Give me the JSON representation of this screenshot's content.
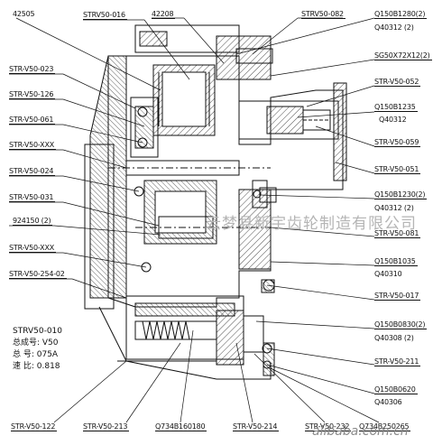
{
  "diagram": {
    "top_labels": {
      "a": "42505",
      "b": "STRV50-016",
      "c": "42208",
      "d": "STRV50-082"
    },
    "left_labels": [
      "STR-V50-023",
      "STR-V50-126",
      "STR-V50-061",
      "STR-V50-XXX",
      "STR-V50-024",
      "STR-V50-031",
      "924150 (2)",
      "STR-V50-XXX",
      "STR-V50-254-02"
    ],
    "right_labels": [
      "Q150B1280(2)",
      "Q40312 (2)",
      "SG50X72X12(2)",
      "STR-V50-052",
      "Q150B1235",
      "Q40312",
      "STR-V50-059",
      "STR-V50-051",
      "Q150B1230(2)",
      "Q40312 (2)",
      "STR-V50-081",
      "Q150B1035",
      "Q40310",
      "STR-V50-017",
      "Q150B0830(2)",
      "Q40308 (2)",
      "STR-V50-211",
      "Q150B0620",
      "Q40306"
    ],
    "bottom_labels": [
      "STR-V50-122",
      "STR-V50-213",
      "Q734B160180",
      "STR-V50-214",
      "STR-V50-232",
      "Q734B250265"
    ],
    "spec": {
      "model": "STRV50-010",
      "line1": "总成号: V50",
      "line2": "总  号: 075A",
      "line3": "速  比: 0.818"
    },
    "watermark": "云梦县新宇齿轮制造有限公司",
    "site": "alibaba.com.cn"
  }
}
